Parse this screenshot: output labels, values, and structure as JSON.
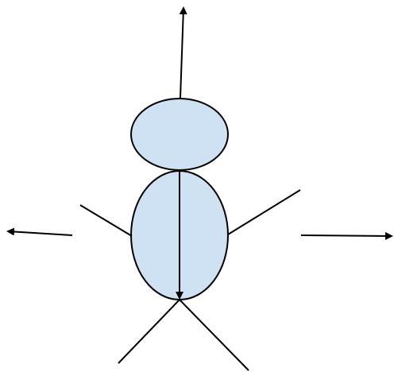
{
  "diagram": {
    "colors": {
      "shape_fill": "#cfe2f3",
      "stroke": "#000000",
      "background": "#ffffff"
    },
    "shapes": [
      {
        "id": "head",
        "kind": "ellipse"
      },
      {
        "id": "body",
        "kind": "ellipse"
      }
    ],
    "connectors": [
      {
        "id": "up-arrow",
        "kind": "arrow"
      },
      {
        "id": "body-down-arrow",
        "kind": "arrow"
      },
      {
        "id": "left-arm",
        "kind": "line"
      },
      {
        "id": "right-arm",
        "kind": "line"
      },
      {
        "id": "left-leg",
        "kind": "line"
      },
      {
        "id": "right-leg",
        "kind": "line"
      },
      {
        "id": "left-arrow",
        "kind": "arrow"
      },
      {
        "id": "right-arrow",
        "kind": "arrow"
      }
    ]
  }
}
